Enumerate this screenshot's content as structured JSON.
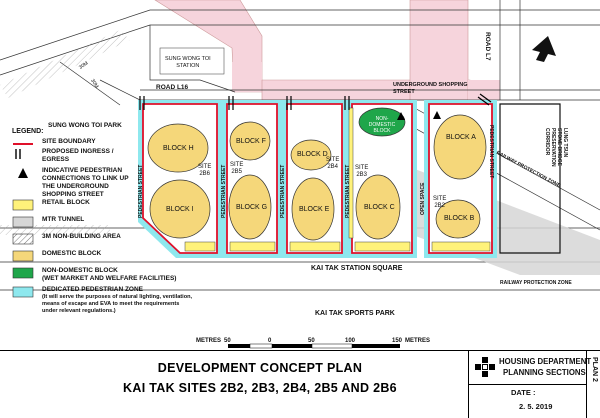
{
  "map": {
    "street_labels": {
      "sung_wong_toi_station": "SUNG WONG TOI\nSTATION",
      "road_l16": "ROAD L16",
      "road_l7": "ROAD L7",
      "underground_shopping_street": "UNDERGROUND SHOPPING\nSTREET",
      "sung_wong_toi_park": "SUNG WONG TOI PARK",
      "kai_tak_station_square": "KAI TAK STATION SQUARE",
      "kai_tak_sports_park": "KAI TAK SPORTS PARK",
      "railway_protection_zone": "RAILWAY PROTECTION ZONE",
      "lung_tsun_stone_bridge": "LUNG TSUN STONE BRIDGE\nPRESERVATION CORRIDOR",
      "open_space": "OPEN SPACE",
      "pedestrian_street": "PEDESTRIAN STREET",
      "dim_30m": "30M"
    },
    "blocks": [
      {
        "id": "H",
        "label": "BLOCK H"
      },
      {
        "id": "I",
        "label": "BLOCK I"
      },
      {
        "id": "F",
        "label": "BLOCK F"
      },
      {
        "id": "G",
        "label": "BLOCK G"
      },
      {
        "id": "D",
        "label": "BLOCK D"
      },
      {
        "id": "E",
        "label": "BLOCK E"
      },
      {
        "id": "C",
        "label": "BLOCK C"
      },
      {
        "id": "A",
        "label": "BLOCK A"
      },
      {
        "id": "B",
        "label": "BLOCK B"
      },
      {
        "id": "ND",
        "label": "NON-DOMESTIC\nBLOCK"
      }
    ],
    "sites": [
      {
        "id": "2B6",
        "label": "SITE\n2B6"
      },
      {
        "id": "2B5",
        "label": "SITE\n2B5"
      },
      {
        "id": "2B4",
        "label": "SITE\n2B4"
      },
      {
        "id": "2B3",
        "label": "SITE\n2B3"
      },
      {
        "id": "2B2",
        "label": "SITE\n2B2"
      }
    ]
  },
  "legend": {
    "heading": "LEGEND:",
    "items": [
      {
        "symbol": "site-boundary",
        "text": "SITE BOUNDARY"
      },
      {
        "symbol": "ingress-egress",
        "text": "PROPOSED INGRESS /\nEGRESS"
      },
      {
        "symbol": "pedestrian-connection",
        "text": "INDICATIVE PEDESTRIAN\nCONNECTIONS TO LINK UP\nTHE UNDERGROUND\nSHOPPING STREET"
      },
      {
        "symbol": "retail-block",
        "text": "RETAIL BLOCK"
      },
      {
        "symbol": "mtr-tunnel",
        "text": "MTR TUNNEL"
      },
      {
        "symbol": "non-building-area",
        "text": "3M NON-BUILDING AREA"
      },
      {
        "symbol": "domestic-block",
        "text": "DOMESTIC BLOCK"
      },
      {
        "symbol": "non-domestic-block",
        "text": "NON-DOMESTIC BLOCK\n(WET MARKET AND WELFARE FACILITIES)"
      },
      {
        "symbol": "pedestrian-zone",
        "text": "DEDICATED PEDESTRIAN ZONE",
        "note": "(It will serve the purposes of natural lighting, ventilation,\nmeans of escape and EVA to meet the requirements\nunder relevant regulations.)"
      }
    ]
  },
  "scale_bar": {
    "unit_label": "METRES",
    "ticks": [
      "50",
      "0",
      "50",
      "100",
      "150"
    ],
    "unit_label_right": "METRES"
  },
  "title_block": {
    "line1": "DEVELOPMENT CONCEPT PLAN",
    "line2": "KAI TAK SITES 2B2, 2B3, 2B4, 2B5 AND 2B6",
    "department": "HOUSING DEPARTMENT",
    "section": "PLANNING SECTIONS",
    "date_label": "DATE :",
    "date_value": "2. 5. 2019",
    "plan_no": "PLAN 2"
  },
  "colors": {
    "domestic": "#f5d77a",
    "retail": "#fff27a",
    "non_domestic": "#1fa64a",
    "pedestrian_zone": "#8ee8ee",
    "site_boundary": "#e0102a",
    "shopping_street": "#f6d4dc",
    "mtr_tunnel": "#d6d6d6"
  }
}
